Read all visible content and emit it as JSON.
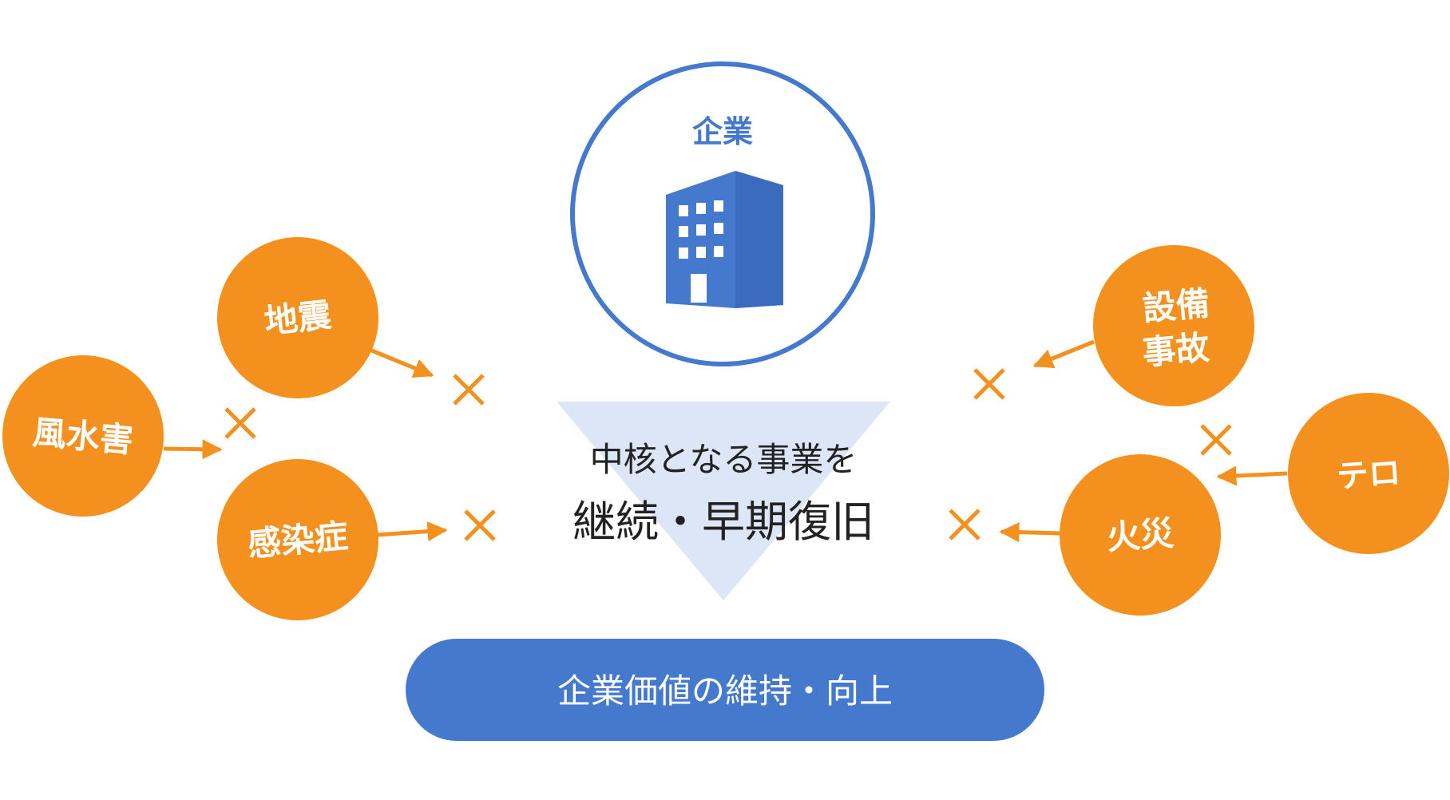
{
  "company": {
    "label": "企業"
  },
  "risks": {
    "earthquake": "地震",
    "storm_flood": "風水害",
    "infection": "感染症",
    "equipment_line1": "設備",
    "equipment_line2": "事故",
    "terror": "テロ",
    "fire": "火災"
  },
  "center": {
    "line1": "中核となる事業を",
    "line2": "継続・早期復旧"
  },
  "result": {
    "label": "企業価値の維持・向上"
  },
  "colors": {
    "blue": "#4479CE",
    "orange": "#F4901E",
    "triangle": "#DCE6F6",
    "text_dark": "#222222"
  }
}
